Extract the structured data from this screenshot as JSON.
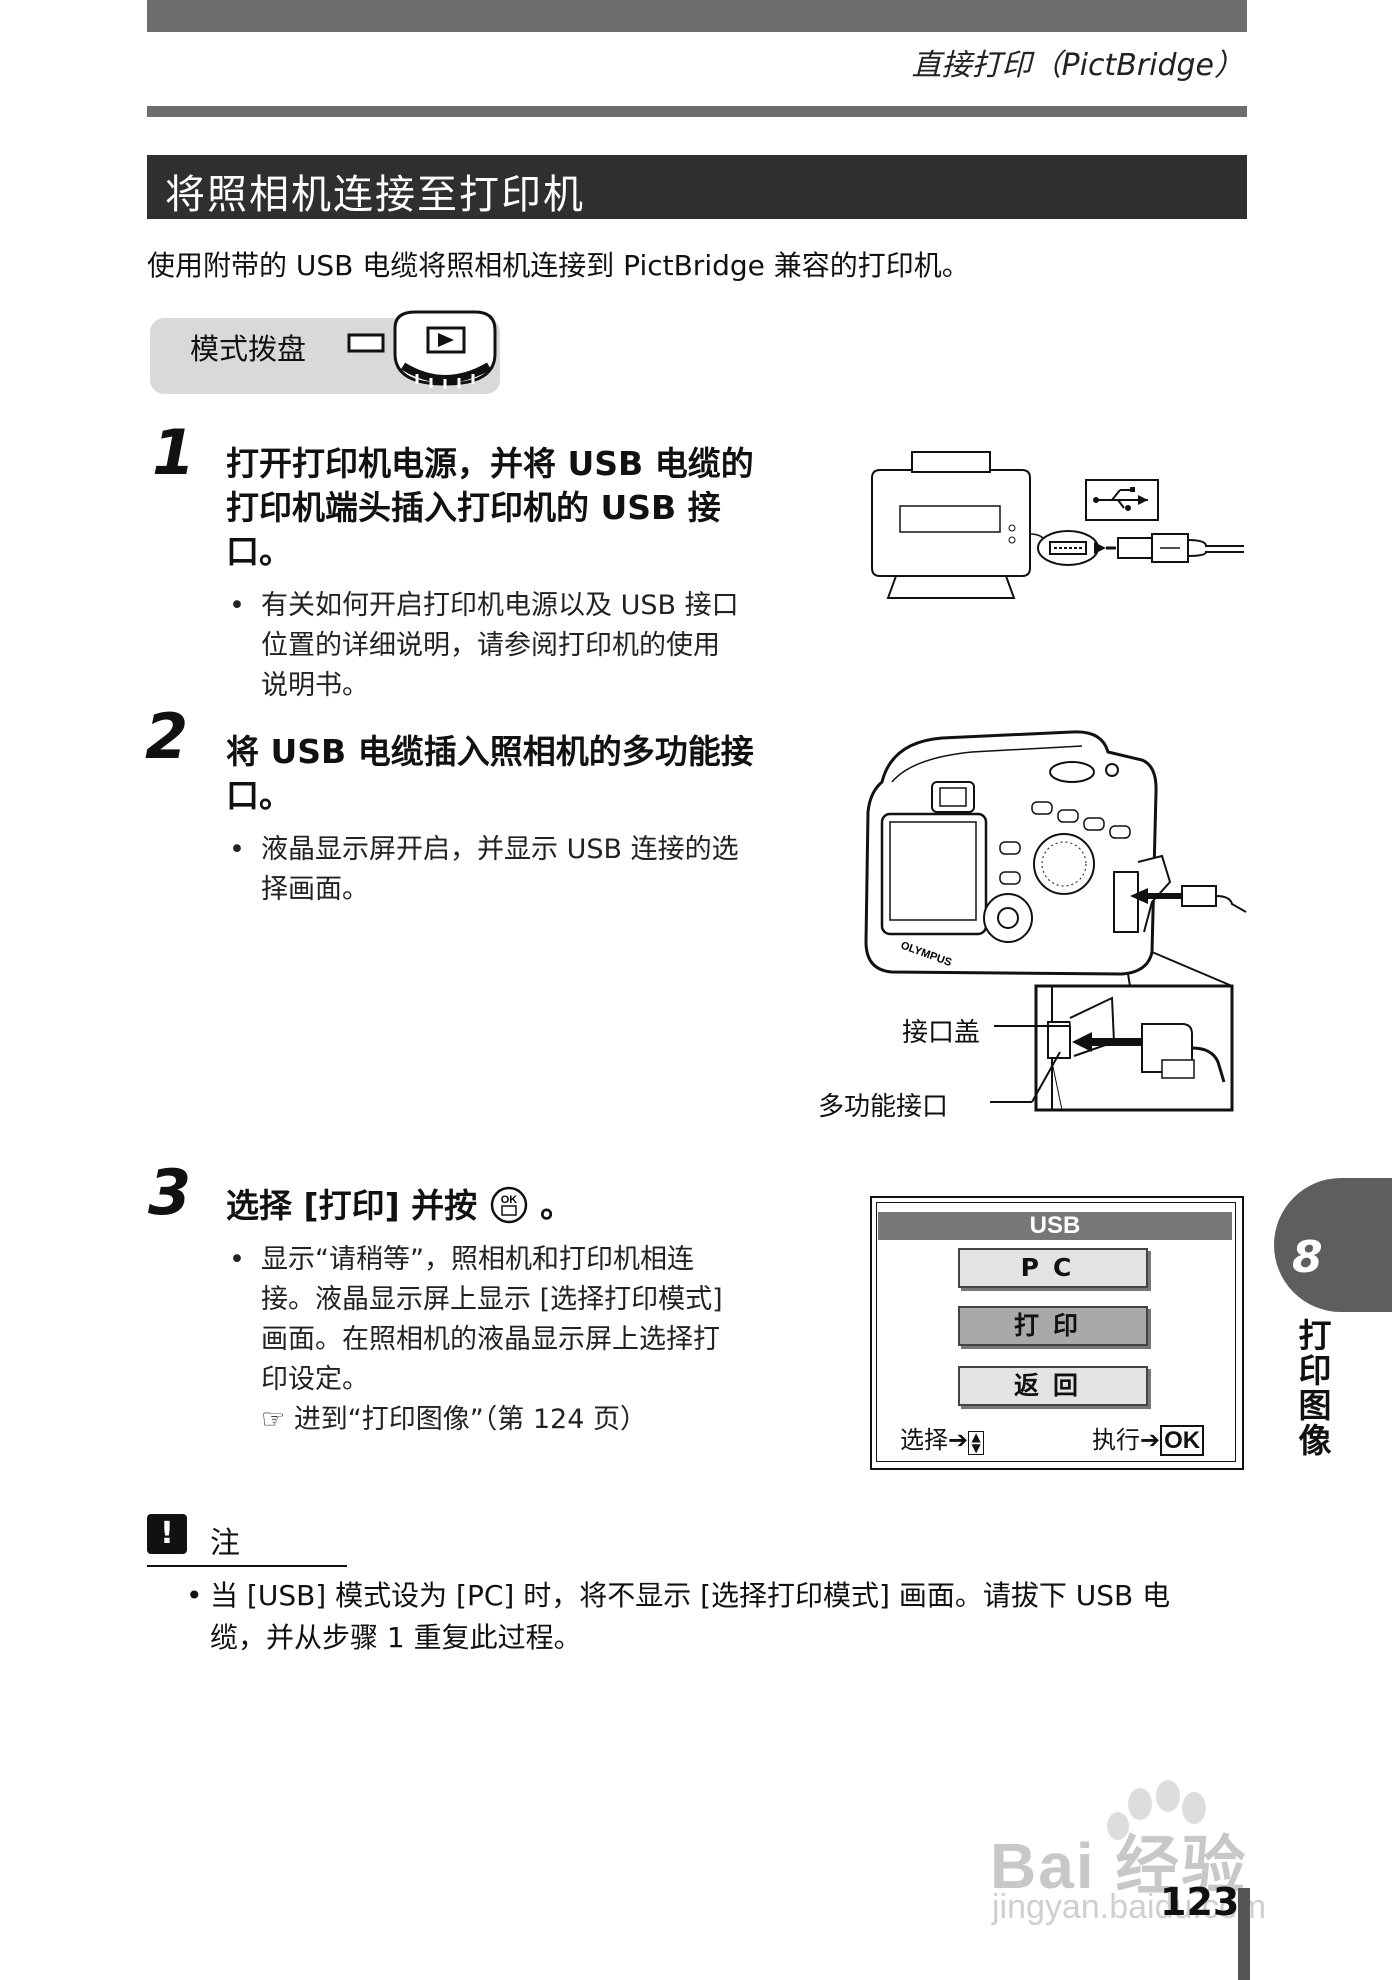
{
  "header": {
    "running_title": "直接打印（PictBridge）"
  },
  "section": {
    "title": "将照相机连接至打印机",
    "intro": "使用附带的 USB 电缆将照相机连接到 PictBridge 兼容的打印机。"
  },
  "mode_dial": {
    "label": "模式拨盘"
  },
  "steps": [
    {
      "number": "1",
      "title_lines": [
        "打开打印机电源，并将 USB 电缆的",
        "打印机端头插入打印机的 USB 接",
        "口。"
      ],
      "bullet_lines": [
        "有关如何开启打印机电源以及 USB 接口",
        "位置的详细说明，请参阅打印机的使用",
        "说明书。"
      ]
    },
    {
      "number": "2",
      "title_lines": [
        "将 USB 电缆插入照相机的多功能接",
        "口。"
      ],
      "bullet_lines": [
        "液晶显示屏开启，并显示 USB 连接的选",
        "择画面。"
      ],
      "callouts": {
        "connector_cover": "接口盖",
        "multi_connector": "多功能接口"
      },
      "camera_brand": "OLYMPUS"
    },
    {
      "number": "3",
      "title_prefix": "选择 [打印] 并按",
      "title_suffix": "。",
      "bullet_lines": [
        "显示“请稍等”，照相机和打印机相连",
        "接。液晶显示屏上显示 [选择打印模式]",
        "画面。在照相机的液晶显示屏上选择打",
        "印设定。"
      ],
      "ref_text": "进到“打印图像”（第 124 页）"
    }
  ],
  "lcd_screen": {
    "title": "USB",
    "options": [
      "PC",
      "打印",
      "返回"
    ],
    "selected_index": 1,
    "footer_left": "选择",
    "footer_right": "执行",
    "ok_label": "OK"
  },
  "note": {
    "icon": "!",
    "label": "注",
    "lines": [
      "当 [USB] 模式设为 [PC] 时，将不显示 [选择打印模式] 画面。请拔下 USB 电",
      "缆，并从步骤 1 重复此过程。"
    ]
  },
  "side_tab": {
    "number": "8",
    "text": "打印图像"
  },
  "page_number": "123",
  "watermark": {
    "brand": "Bai 经验",
    "url": "jingyan.baidu.com"
  },
  "icons": {
    "play_mode": "playback-icon",
    "ok_button": "ok-button-icon",
    "reference": "pointing-hand-icon",
    "usb": "usb-icon"
  }
}
